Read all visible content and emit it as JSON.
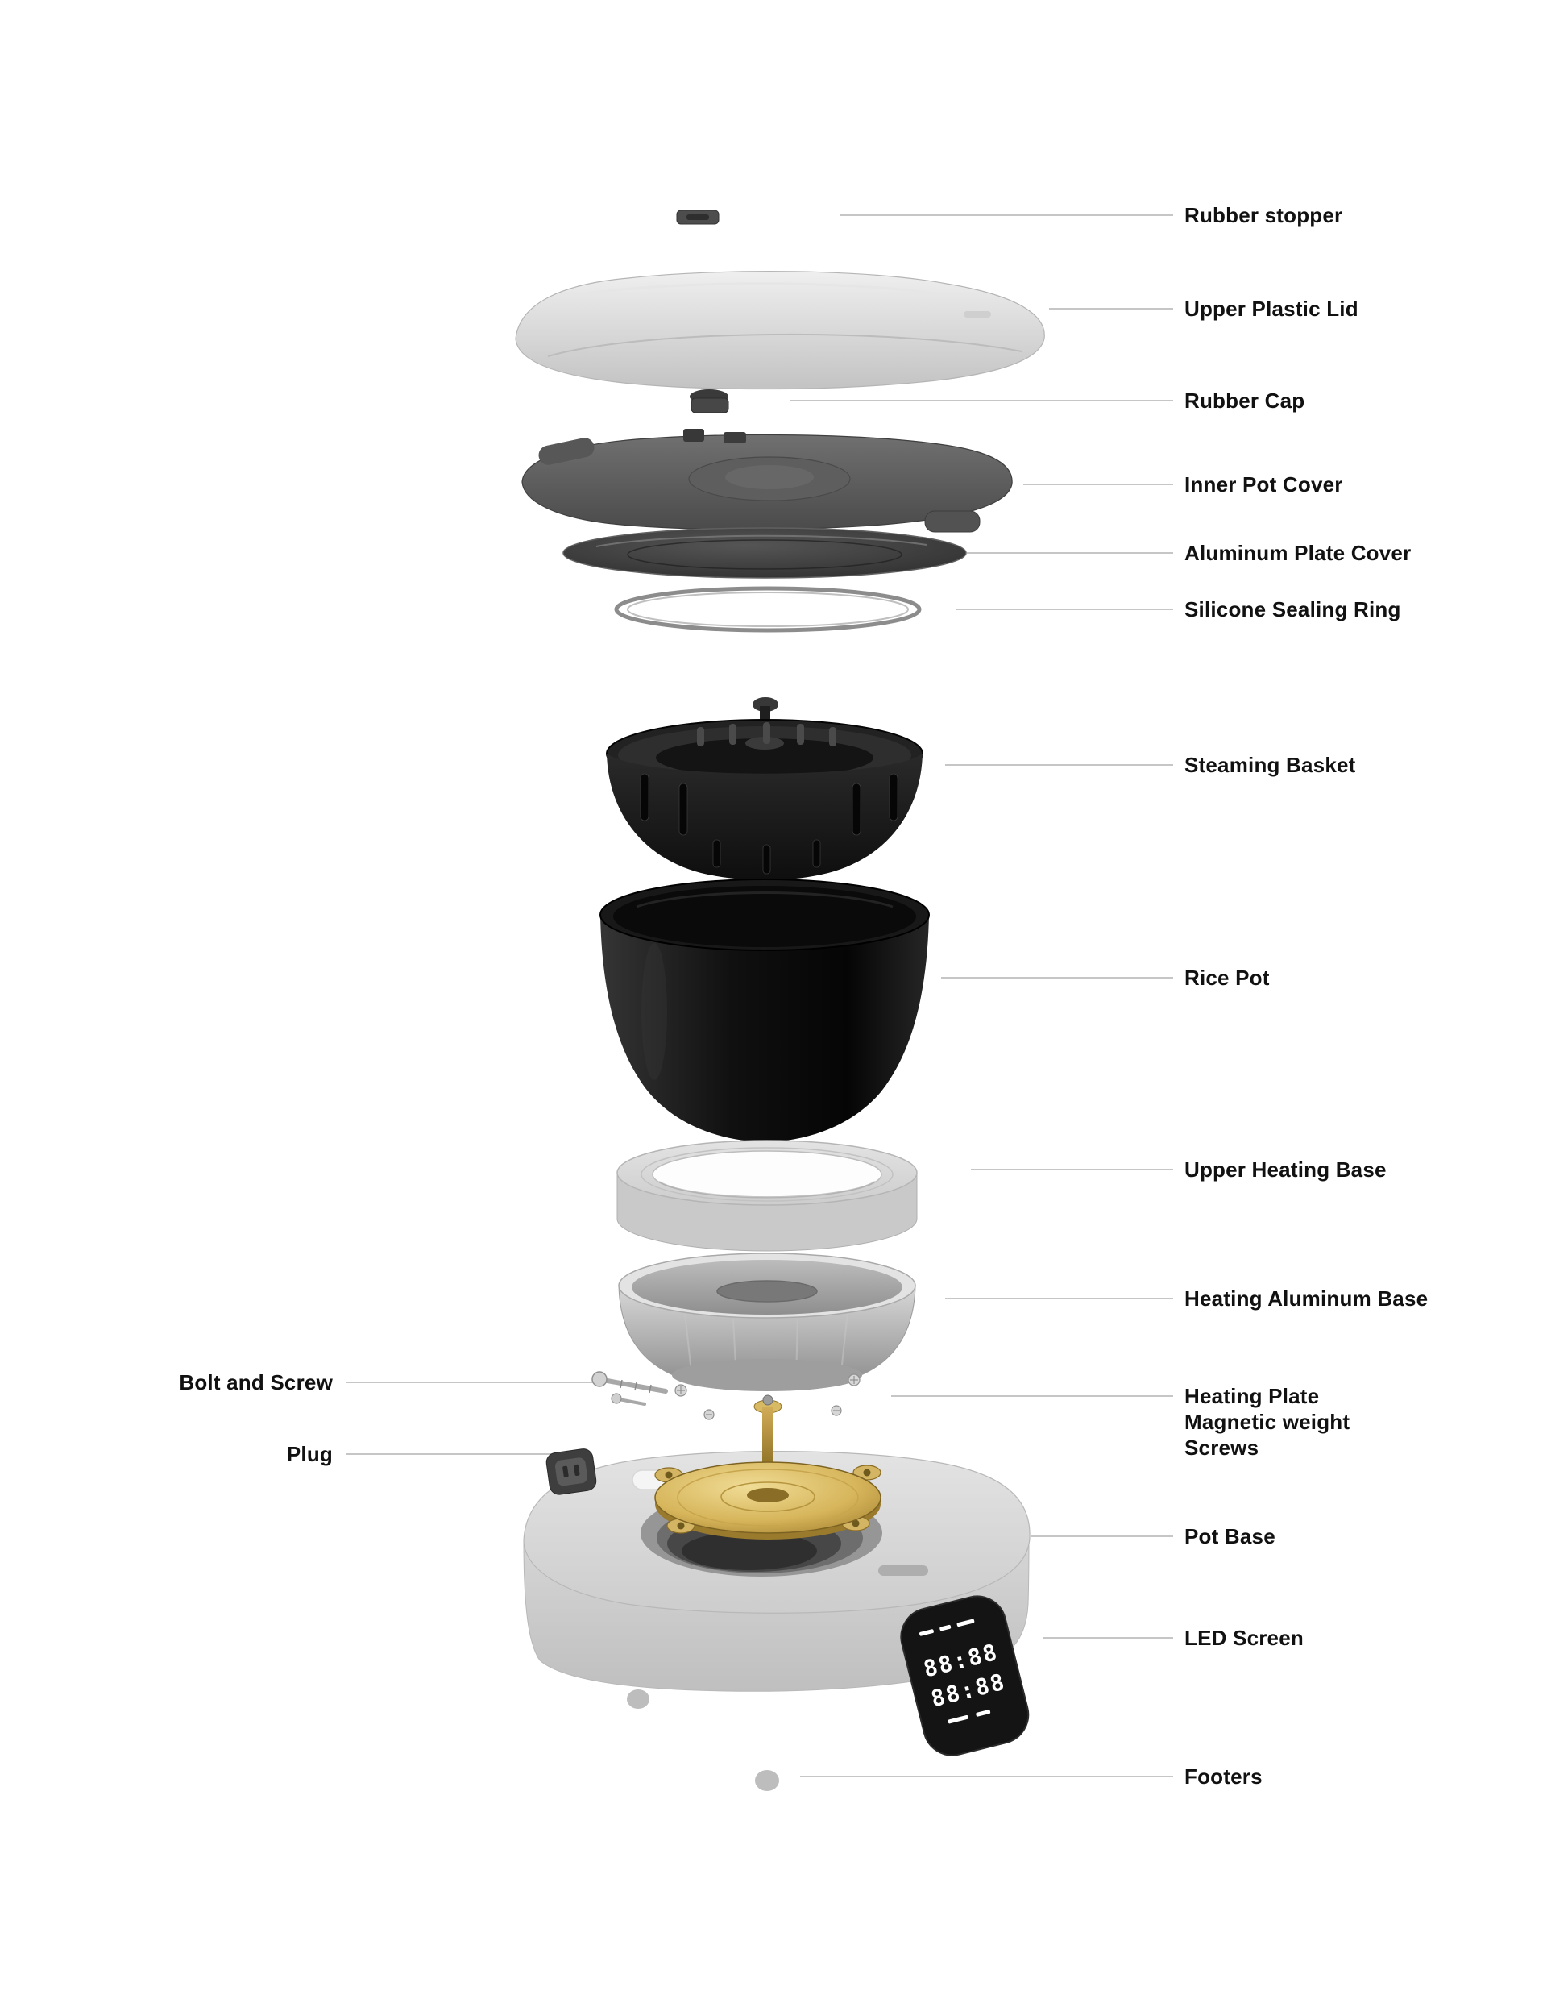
{
  "diagram": {
    "subject": "rice-cooker-exploded-view",
    "colors": {
      "background": "#ffffff",
      "leader_line": "#b3b3b3",
      "label_text": "#111111",
      "brass": "#c9a654",
      "pot_black": "#111111",
      "base_gray": "#d2d2d2"
    },
    "labels_right": [
      {
        "id": "rubber-stopper",
        "lines": [
          "Rubber stopper"
        ]
      },
      {
        "id": "upper-plastic-lid",
        "lines": [
          "Upper Plastic Lid"
        ]
      },
      {
        "id": "rubber-cap",
        "lines": [
          "Rubber Cap"
        ]
      },
      {
        "id": "inner-pot-cover",
        "lines": [
          "Inner Pot Cover"
        ]
      },
      {
        "id": "aluminum-plate-cover",
        "lines": [
          "Aluminum Plate Cover"
        ]
      },
      {
        "id": "silicone-sealing-ring",
        "lines": [
          "Silicone Sealing Ring"
        ]
      },
      {
        "id": "steaming-basket",
        "lines": [
          "Steaming Basket"
        ]
      },
      {
        "id": "rice-pot",
        "lines": [
          "Rice Pot"
        ]
      },
      {
        "id": "upper-heating-base",
        "lines": [
          "Upper Heating Base"
        ]
      },
      {
        "id": "heating-aluminum-base",
        "lines": [
          "Heating Aluminum Base"
        ]
      },
      {
        "id": "heating-plate-group",
        "lines": [
          "Heating Plate",
          "Magnetic weight",
          "Screws"
        ]
      },
      {
        "id": "pot-base",
        "lines": [
          "Pot Base"
        ]
      },
      {
        "id": "led-screen",
        "lines": [
          "LED Screen"
        ]
      },
      {
        "id": "footers",
        "lines": [
          "Footers"
        ]
      }
    ],
    "labels_left": [
      {
        "id": "bolt-and-screw",
        "lines": [
          "Bolt and Screw"
        ]
      },
      {
        "id": "plug",
        "lines": [
          "Plug"
        ]
      }
    ],
    "led_display": {
      "row1": "88:88",
      "row2": "88:88"
    }
  }
}
